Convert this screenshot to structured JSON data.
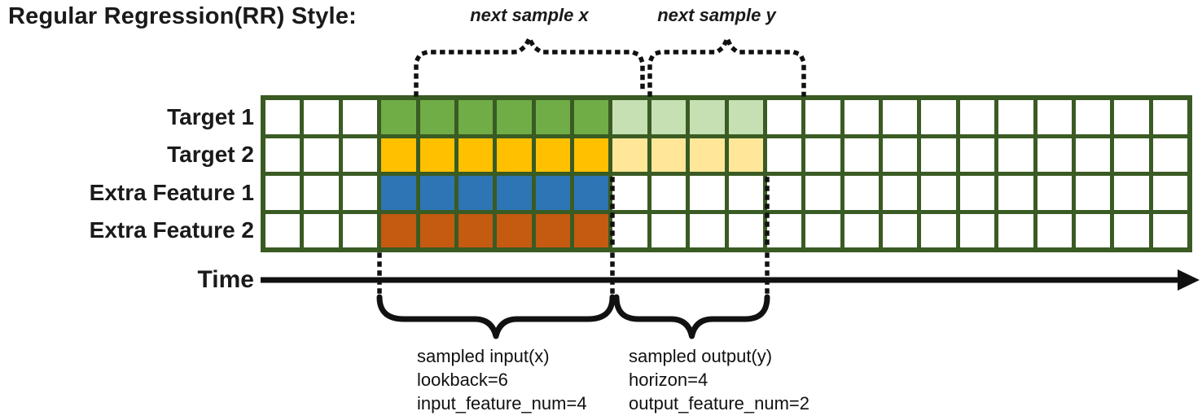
{
  "title": "Regular Regression(RR) Style:",
  "palette": {
    "grid_border": "#3A5B23",
    "target1_input": "#70AD47",
    "target1_output": "#C6E0B4",
    "target2_input": "#FFC000",
    "target2_output": "#FFE699",
    "extra1_input": "#2E75B6",
    "extra2_input": "#C55A11",
    "line_color": "#111111"
  },
  "grid": {
    "columns": 24,
    "rows": [
      {
        "label": "Target 1",
        "fill": "#70AD47",
        "lightFill": "#C6E0B4",
        "leadEmpty": 3,
        "filledCount": 6,
        "lightCount": 4
      },
      {
        "label": "Target 2",
        "fill": "#FFC000",
        "lightFill": "#FFE699",
        "leadEmpty": 3,
        "filledCount": 6,
        "lightCount": 4
      },
      {
        "label": "Extra Feature 1",
        "fill": "#2E75B6",
        "lightFill": "",
        "leadEmpty": 3,
        "filledCount": 6,
        "lightCount": 0
      },
      {
        "label": "Extra Feature 2",
        "fill": "#C55A11",
        "lightFill": "",
        "leadEmpty": 3,
        "filledCount": 6,
        "lightCount": 0
      }
    ]
  },
  "annotations": {
    "next_sample_x": "next sample x",
    "next_sample_y": "next sample y",
    "time_label": "Time",
    "input_lines": [
      "sampled input(x)",
      "lookback=6",
      "input_feature_num=4"
    ],
    "output_lines": [
      "sampled output(y)",
      "horizon=4",
      "output_feature_num=2"
    ]
  }
}
